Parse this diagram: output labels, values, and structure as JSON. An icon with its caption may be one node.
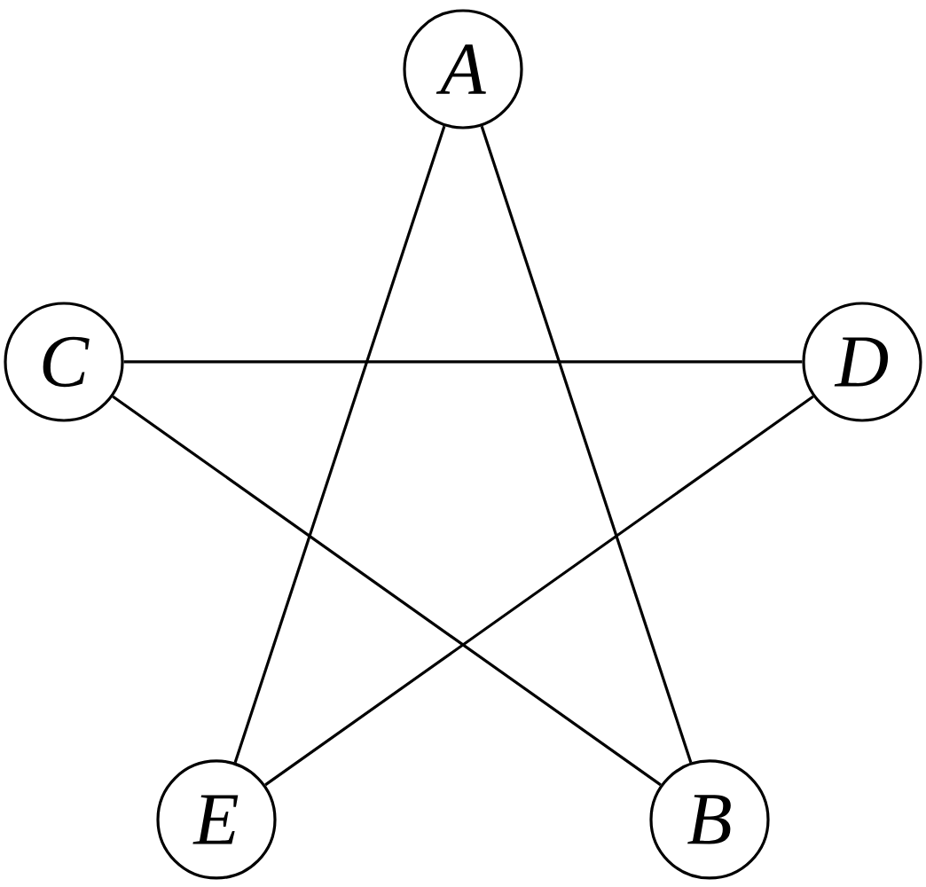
{
  "diagram": {
    "nodes": [
      {
        "text": [
          "A"
        ]
      },
      {
        "text": [
          "C"
        ]
      },
      {
        "text": [
          "D"
        ]
      },
      {
        "text": [
          "E"
        ]
      },
      {
        "text": [
          "B"
        ]
      }
    ],
    "edges": [
      {
        "from": 0,
        "to": 3,
        "arrow": "none"
      },
      {
        "from": 0,
        "to": 4,
        "arrow": "none"
      },
      {
        "from": 1,
        "to": 2,
        "arrow": "none"
      },
      {
        "from": 1,
        "to": 4,
        "arrow": "none"
      },
      {
        "from": 2,
        "to": 3,
        "arrow": "none"
      }
    ]
  }
}
